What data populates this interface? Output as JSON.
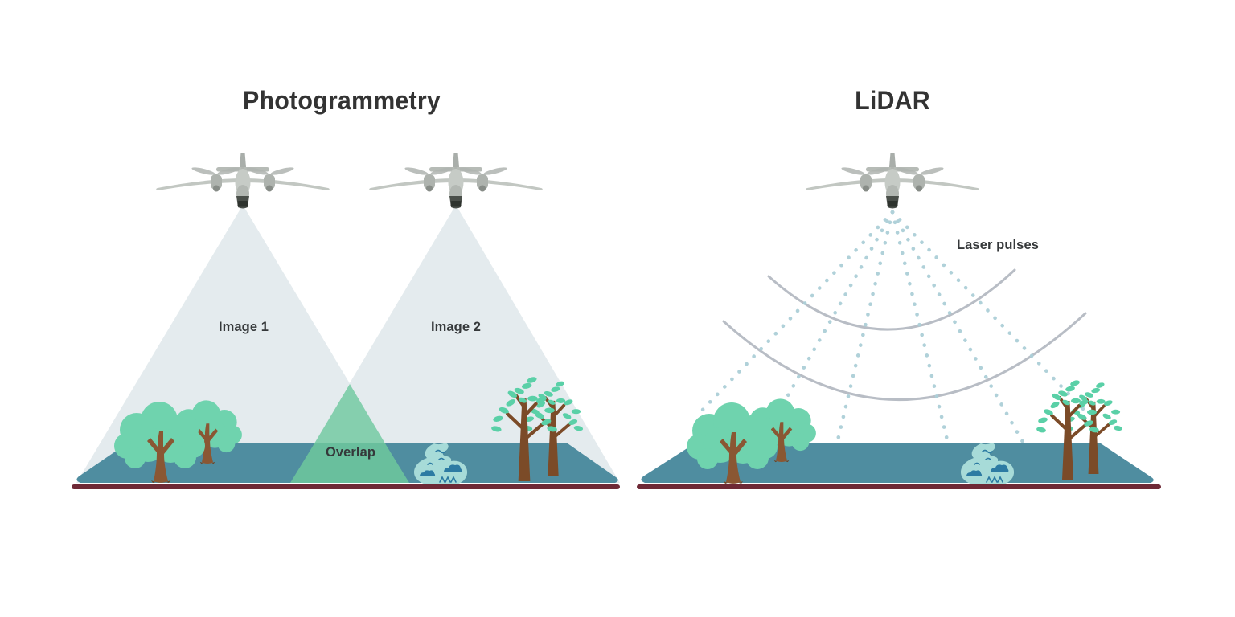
{
  "diagram": {
    "left": {
      "title": "Photogrammetry",
      "image1_label": "Image 1",
      "image2_label": "Image 2",
      "overlap_label": "Overlap"
    },
    "right": {
      "title": "LiDAR",
      "laser_label": "Laser pulses"
    },
    "colors": {
      "background": "#ffffff",
      "title_text": "#333333",
      "label_text": "#35383a",
      "camera_cone": "#e4ebee",
      "overlap_upper": "#85cfae",
      "overlap_lower": "#69bf9d",
      "ground": "#4f8da0",
      "ground_baseline": "#6e2936",
      "tree_canopy": "#6fd3ae",
      "tree_leaf": "#5ad0a7",
      "tree_trunk": "#8a5733",
      "sparse_trunk": "#7b4b28",
      "water": "#a7dbd8",
      "water_detail": "#2d7ba3",
      "laser_dots": "#accfd8",
      "pulse_arc": "#b8bdc5",
      "plane_body": "#c6cbc6",
      "camera_pod": "#2e332e"
    }
  }
}
